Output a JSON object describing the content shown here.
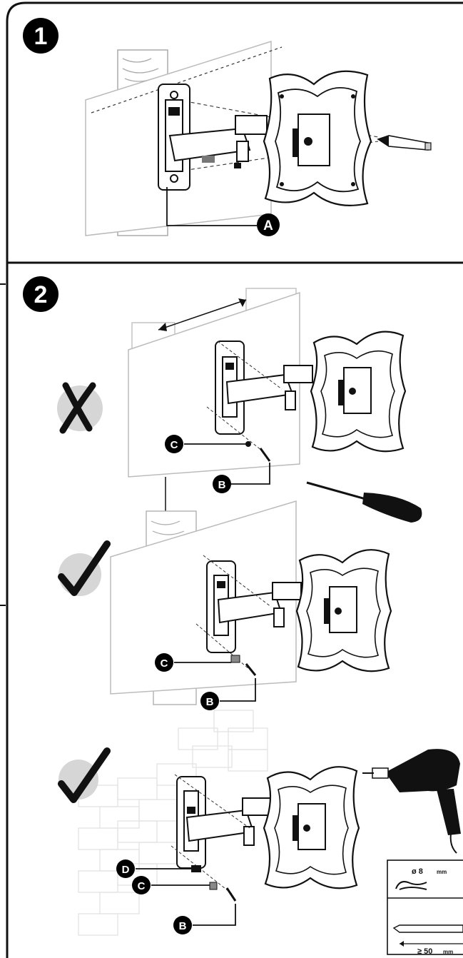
{
  "steps": [
    {
      "number": "1",
      "callouts": [
        "A"
      ]
    },
    {
      "number": "2",
      "callouts": [
        "C",
        "B",
        "C",
        "B",
        "D",
        "C",
        "B"
      ]
    }
  ],
  "labels": {
    "a": "A",
    "b": "B",
    "c": "C",
    "d": "D"
  },
  "spec_box": {
    "bit_diameter_value": "ø 8",
    "bit_diameter_unit": "mm",
    "depth_value": "≥ 50",
    "depth_unit": "mm"
  },
  "marks": {
    "wrong": "cross-mark-icon",
    "right": "check-mark-icon"
  },
  "colors": {
    "line": "#1a1a1a",
    "wall": "#bdbdbd",
    "badge_bg": "#000000",
    "check_shadow": "#d6d6d6"
  }
}
